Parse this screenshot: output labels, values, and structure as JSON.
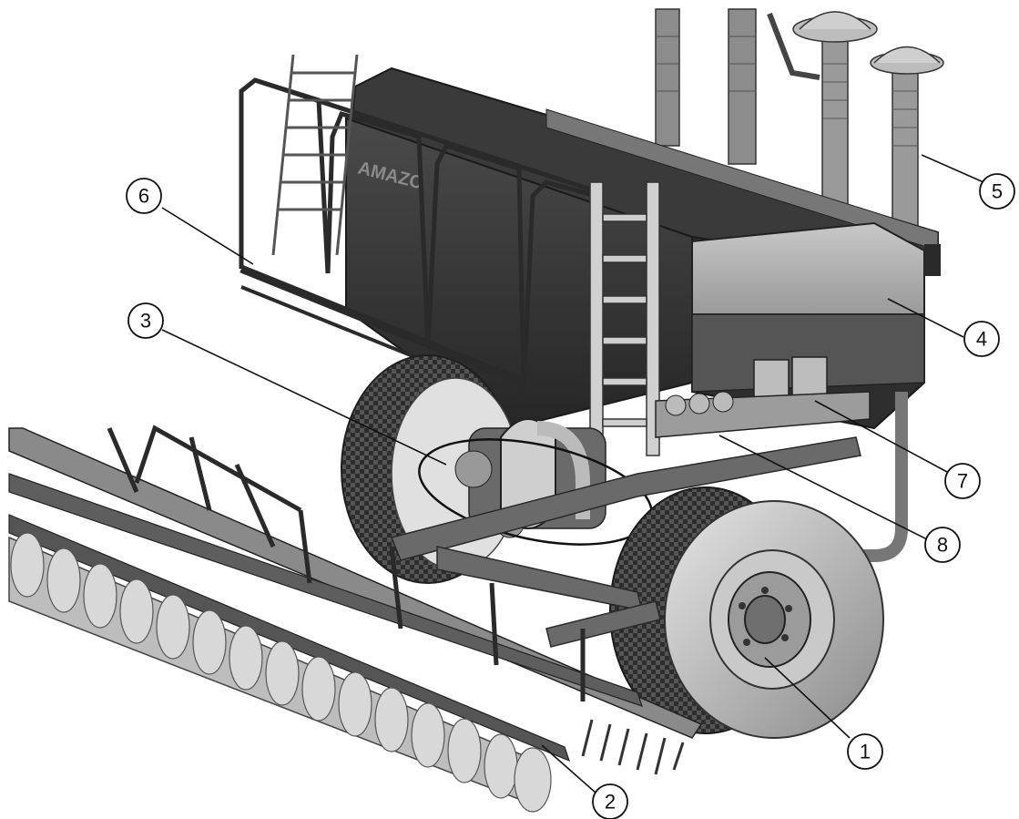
{
  "diagram": {
    "subject": "Pneumatic seed drill / air cart with hopper, wheels and tool bar",
    "brand_text": "AMAZO",
    "callouts": [
      {
        "id": "1",
        "label": "1"
      },
      {
        "id": "2",
        "label": "2"
      },
      {
        "id": "3",
        "label": "3"
      },
      {
        "id": "4",
        "label": "4"
      },
      {
        "id": "5",
        "label": "5"
      },
      {
        "id": "6",
        "label": "6"
      },
      {
        "id": "7",
        "label": "7"
      },
      {
        "id": "8",
        "label": "8"
      }
    ]
  }
}
